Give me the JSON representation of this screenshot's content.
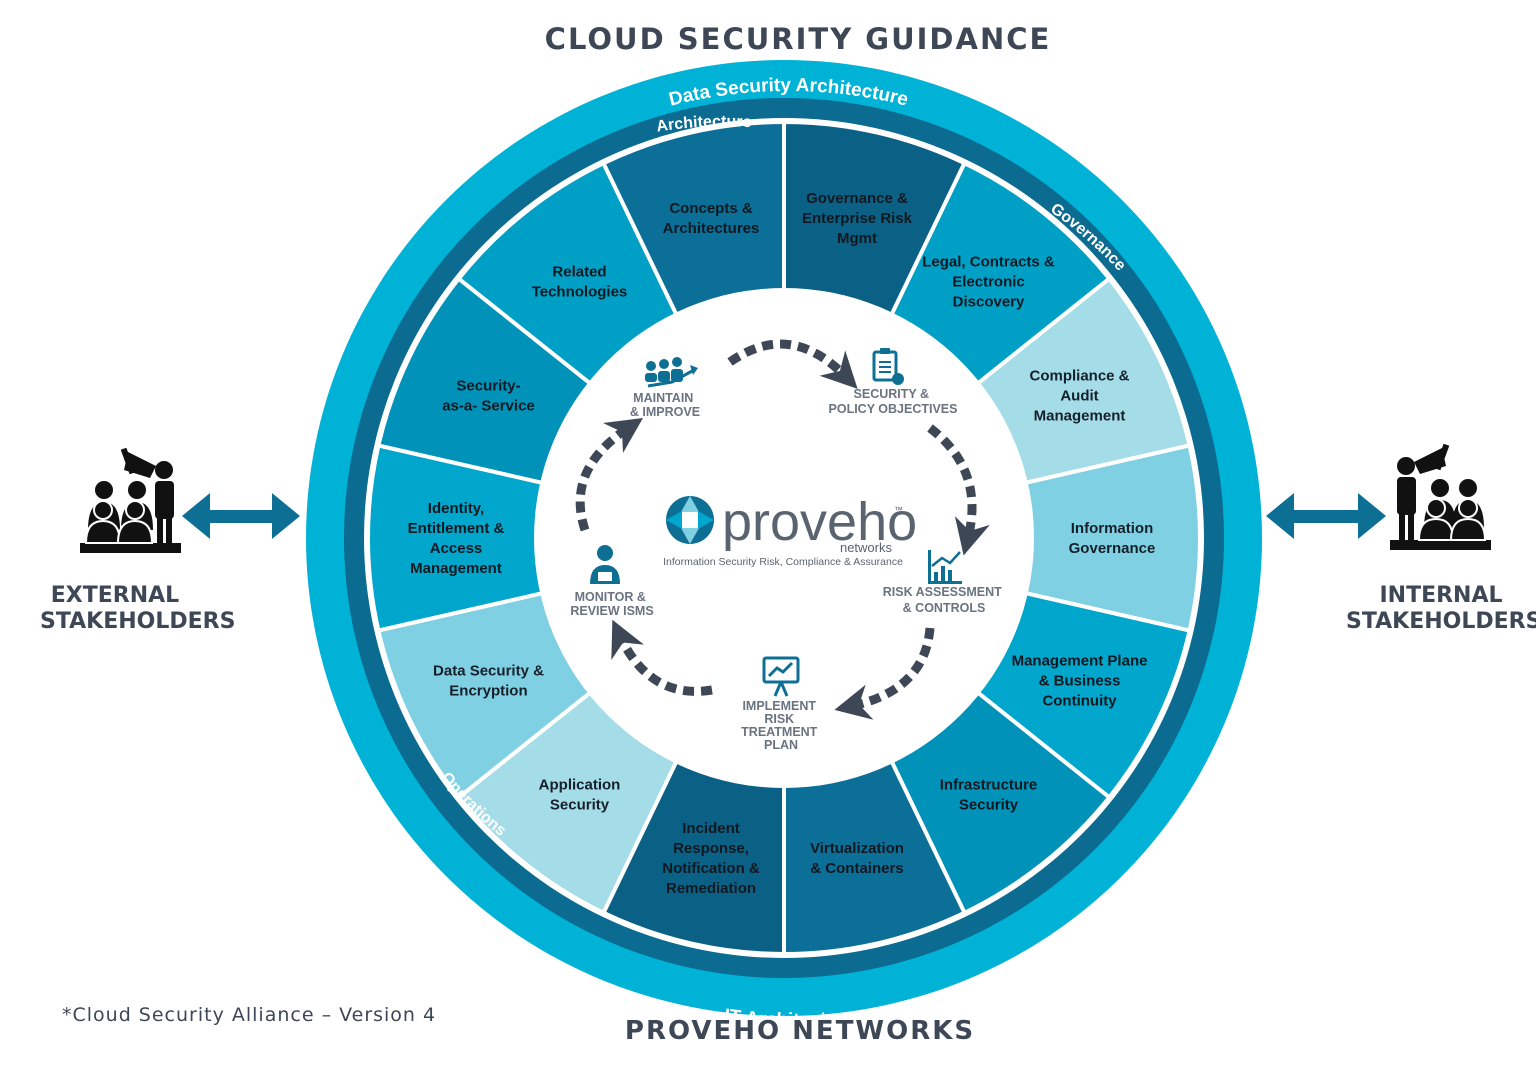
{
  "title": "CLOUD SECURITY GUIDANCE",
  "footer": "PROVEHO NETWORKS",
  "footnote": "*Cloud Security Alliance – Version 4",
  "stakeholders": {
    "external": "EXTERNAL STAKEHOLDERS",
    "internal": "INTERNAL STAKEHOLDERS"
  },
  "ring_labels": {
    "outer_top": "Data Security Architecture",
    "outer_bottom": "IT Architecture",
    "architecture": "Architecture",
    "governance": "Governance",
    "operations": "Operations"
  },
  "segments": [
    {
      "lines": [
        "Governance &",
        "Enterprise Risk",
        "Mgmt"
      ],
      "color": "#0b6185"
    },
    {
      "lines": [
        "Legal, Contracts &",
        "Electronic",
        "Discovery"
      ],
      "color": "#00a0c6"
    },
    {
      "lines": [
        "Compliance &",
        "Audit",
        "Management"
      ],
      "color": "#a4dce8"
    },
    {
      "lines": [
        "Information",
        "Governance"
      ],
      "color": "#7fd0e3"
    },
    {
      "lines": [
        "Management Plane",
        "& Business",
        "Continuity"
      ],
      "color": "#00a6cc"
    },
    {
      "lines": [
        "Infrastructure",
        "Security"
      ],
      "color": "#0092b8"
    },
    {
      "lines": [
        "Virtualization",
        "& Containers"
      ],
      "color": "#0b6f98"
    },
    {
      "lines": [
        "Incident",
        "Response,",
        "Notification &",
        "Remediation"
      ],
      "color": "#0b6185"
    },
    {
      "lines": [
        "Application",
        "Security"
      ],
      "color": "#a4dce8"
    },
    {
      "lines": [
        "Data Security &",
        "Encryption"
      ],
      "color": "#7fd0e3"
    },
    {
      "lines": [
        "Identity,",
        "Entitlement &",
        "Access",
        "Management"
      ],
      "color": "#00a6cc"
    },
    {
      "lines": [
        "Security-",
        "as-a- Service"
      ],
      "color": "#0092b8"
    },
    {
      "lines": [
        "Related",
        "Technologies"
      ],
      "color": "#00a0c6"
    },
    {
      "lines": [
        "Concepts &",
        "Architectures"
      ],
      "color": "#0b6f98"
    }
  ],
  "cycle": [
    {
      "lines": [
        "SECURITY &",
        "POLICY OBJECTIVES"
      ],
      "icon": "clipboard-icon"
    },
    {
      "lines": [
        "RISK ASSESSMENT",
        "& CONTROLS"
      ],
      "icon": "chart-icon"
    },
    {
      "lines": [
        "IMPLEMENT",
        "RISK",
        "TREATMENT",
        "PLAN"
      ],
      "icon": "presentation-icon"
    },
    {
      "lines": [
        "MONITOR &",
        "REVIEW ISMS"
      ],
      "icon": "monitor-person-icon"
    },
    {
      "lines": [
        "MAINTAIN",
        "& IMPROVE"
      ],
      "icon": "team-growth-icon"
    }
  ],
  "logo": {
    "name": "proveho",
    "tm": "™",
    "sub": "networks",
    "tagline": "Information Security Risk, Compliance & Assurance"
  },
  "colors": {
    "outer_ring": "#00b2d6",
    "inner_ring": "#0b6b91",
    "text_dark": "#3d4756",
    "cycle_text": "#6a7380",
    "arrow": "#3d4756",
    "icon": "#0e6f95"
  }
}
